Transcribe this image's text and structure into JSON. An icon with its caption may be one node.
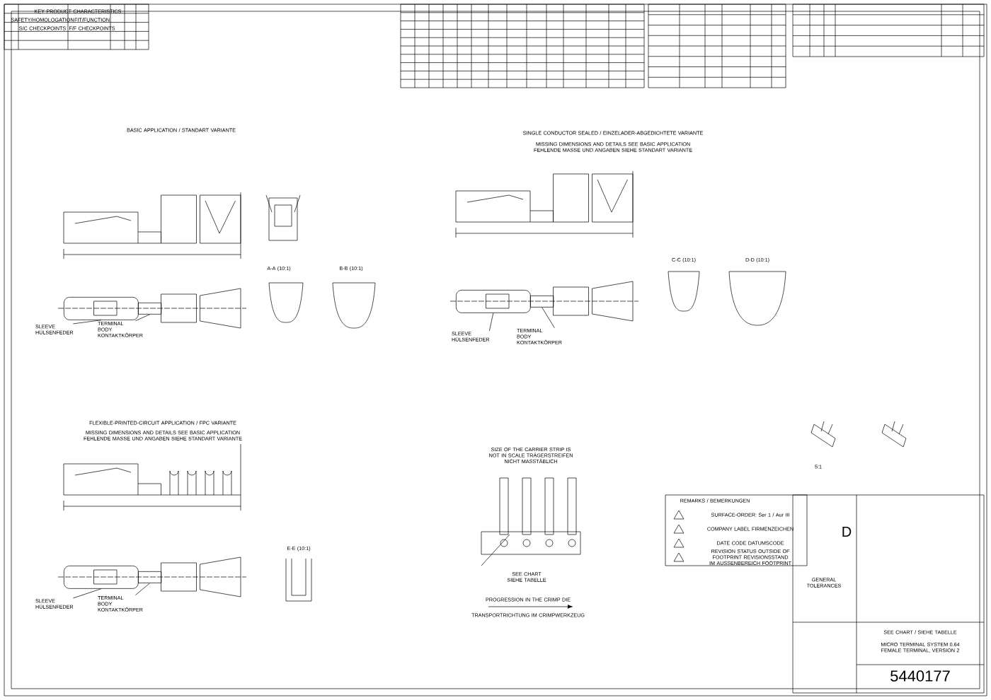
{
  "diagram": {
    "nodes": [
      {
        "text": [
          "SLEEVE HÜLSENFEDER"
        ]
      },
      {
        "text": [
          "TERMINAL BODY KONTAKTKÖRPER"
        ]
      },
      {
        "text": [
          "SLEEVE HÜLSENFEDER"
        ]
      },
      {
        "text": [
          "TERMINAL BODY KONTAKTKÖRPER"
        ]
      },
      {
        "text": [
          "SLEEVE HÜLSENFEDER"
        ]
      },
      {
        "text": [
          "TERMINAL BODY KONTAKTKÖRPER"
        ]
      },
      {
        "text": [],
        "shape": "box"
      },
      {
        "text": [],
        "shape": "box"
      },
      {
        "text": [],
        "shape": "box"
      },
      {
        "text": [],
        "shape": "box"
      },
      {
        "text": [],
        "shape": "box"
      },
      {
        "text": [],
        "shape": "box"
      }
    ],
    "edges": [
      {
        "from": 0,
        "to": 6,
        "arrow": "none"
      },
      {
        "from": 1,
        "to": 7,
        "arrow": "none"
      },
      {
        "from": 2,
        "to": 8,
        "arrow": "none"
      },
      {
        "from": 3,
        "to": 9,
        "arrow": "none"
      },
      {
        "from": 4,
        "to": 10,
        "arrow": "none"
      },
      {
        "from": 5,
        "to": 11,
        "arrow": "none"
      }
    ],
    "labels": [
      "KEY PRODUCT CHARACTERISTICS",
      "SAFETY/HOMOLOGATION",
      "FIT/FUNCTION",
      "S/C CHECKPOINTS",
      "F/F CHECKPOINTS",
      "BASIC APPLICATION / STANDART VARIANTE",
      "A-A (10:1)",
      "B-B (10:1)",
      "SINGLE CONDUCTOR SEALED / EINZELADER-ABGEDICHTETE VARIANTE",
      "MISSING DIMENSIONS AND DETAILS SEE BASIC APPLICATION FEHLENDE MASSE UND ANGABEN SIEHE STANDART VARIANTE",
      "C-C (10:1)",
      "D-D (10:1)",
      "FLEXIBLE-PRINTED-CIRCUIT APPLICATION / FPC VARIANTE",
      "MISSING DIMENSIONS AND DETAILS SEE BASIC APPLICATION FEHLENDE MASSE UND ANGABEN SIEHE STANDART VARIANTE",
      "E-E (10:1)",
      "SIZE OF THE CARRIER STRIP IS NOT IN SCALE TRÄGERSTREIFEN NICHT MASSTÄBLICH",
      "SEE CHART SIEHE TABELLE",
      "PROGRESSION IN THE CRIMP DIE",
      "TRANSPORTRICHTUNG IM CRIMPWERKZEUG",
      "REMARKS / BEMERKUNGEN",
      "SURFACE-ORDER: Ser 1 / Aur III",
      "COMPANY LABEL FIRMENZEICHEN",
      "DATE CODE DATUMSCODE",
      "REVISION STATUS OUTSIDE OF FOOTPRINT REVISIONSSTAND IM AUSSENBEREICH FOOTPRINT",
      "5:1",
      "D",
      "GENERAL TOLERANCES",
      "SEE CHART / SIEHE TABELLE",
      "MICRO TERMINAL SYSTEM 0.64 FEMALE TERMINAL, VERSION 2",
      "5440177"
    ]
  }
}
